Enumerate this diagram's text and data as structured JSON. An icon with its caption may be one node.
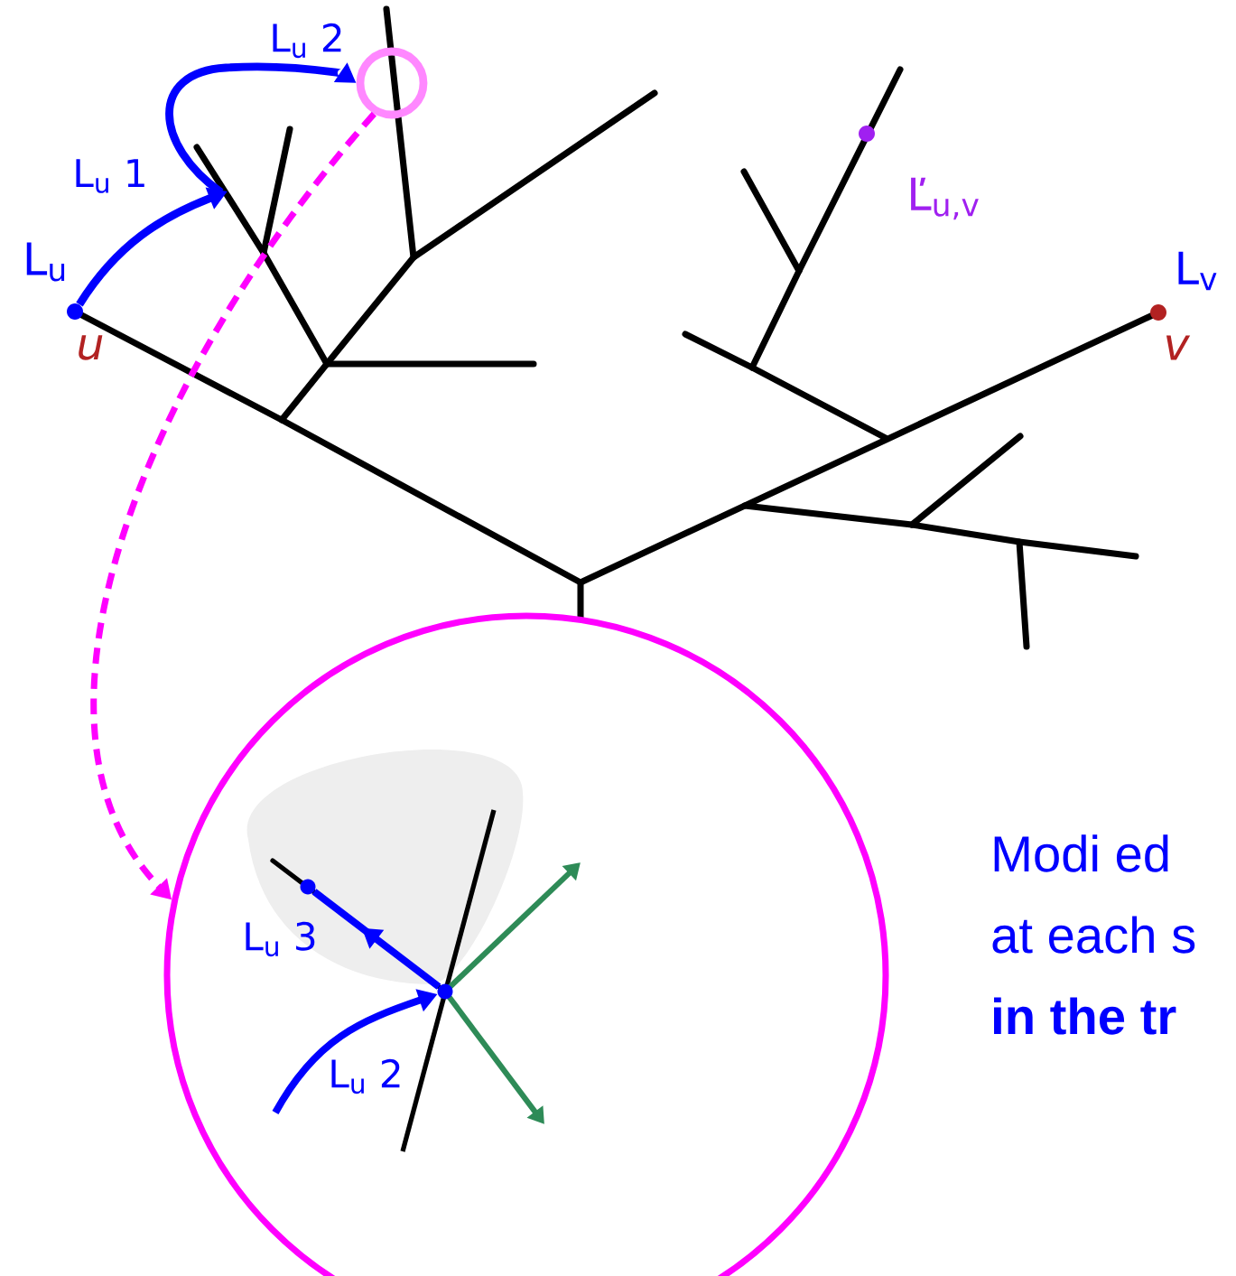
{
  "diagram": {
    "nodes": [
      {
        "text": [],
        "shape": "circle"
      },
      {
        "text": [],
        "shape": "circle"
      },
      {
        "text": [],
        "shape": "circle"
      },
      {
        "text": [],
        "shape": "circle",
        "in": 2
      },
      {
        "text": [],
        "shape": "circle",
        "in": 2
      }
    ],
    "edges": [
      {
        "from": 0,
        "to": 2,
        "arrow": "to",
        "style": "dashed",
        "color": "#ff00ff"
      },
      {
        "from": 1,
        "to": null,
        "arrow": "to"
      },
      {
        "from": null,
        "to": 0,
        "arrow": "to"
      },
      {
        "from": 4,
        "to": 3,
        "arrow": "to"
      },
      {
        "from": null,
        "to": 4,
        "arrow": "to"
      }
    ],
    "labels": [
      "L$_{u}$ 2",
      "L$_{u}$ 1",
      "Ľ$_{u,v}$",
      "L$_{u}$",
      "L$_{v}$",
      "u",
      "v",
      "Modi ed",
      "at each s",
      "L$_{u}$ 3",
      "in the tr",
      "L$_{u}$ 2"
    ]
  }
}
